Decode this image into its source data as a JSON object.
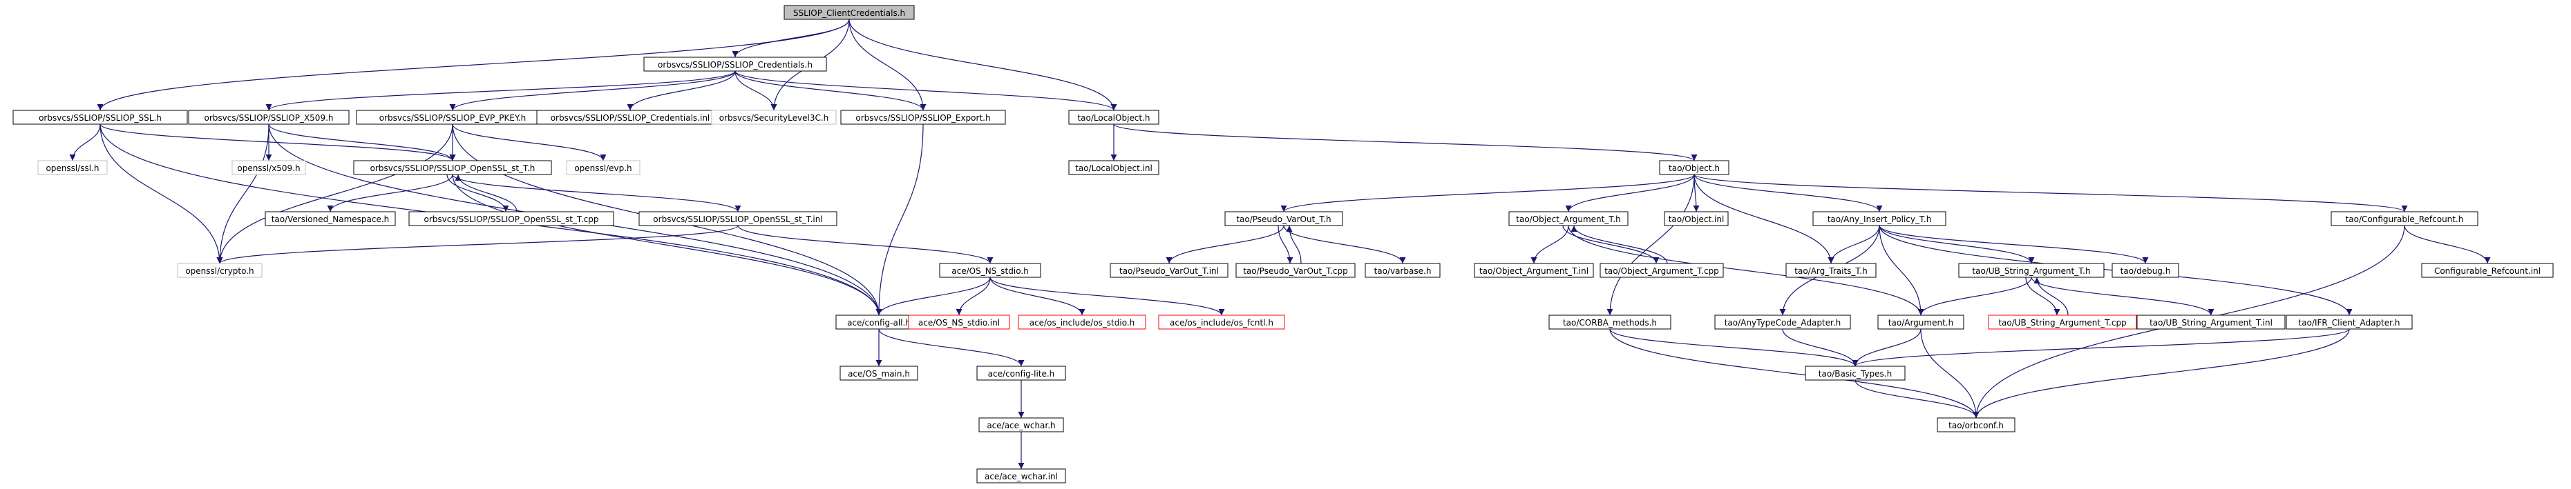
{
  "nodes": {
    "client_cred_h": "SSLIOP_ClientCredentials.h",
    "credentials_h": "orbsvcs/SSLIOP/SSLIOP_Credentials.h",
    "ssl_h": "orbsvcs/SSLIOP/SSLIOP_SSL.h",
    "x509_h": "orbsvcs/SSLIOP/SSLIOP_X509.h",
    "evp_pkey_h": "orbsvcs/SSLIOP/SSLIOP_EVP_PKEY.h",
    "credentials_inl": "orbsvcs/SSLIOP/SSLIOP_Credentials.inl",
    "security_level3": "orbsvcs/SecurityLevel3C.h",
    "export_h": "orbsvcs/SSLIOP/SSLIOP_Export.h",
    "local_object_h": "tao/LocalObject.h",
    "openssl_ssl": "openssl/ssl.h",
    "openssl_x509": "openssl/x509.h",
    "openssl_sst_h": "orbsvcs/SSLIOP/SSLIOP_OpenSSL_st_T.h",
    "openssl_evp": "openssl/evp.h",
    "local_object_inl": "tao/LocalObject.inl",
    "object_h": "tao/Object.h",
    "versioned_ns": "tao/Versioned_Namespace.h",
    "openssl_sst_cpp": "orbsvcs/SSLIOP/SSLIOP_OpenSSL_st_T.cpp",
    "openssl_sst_inl": "orbsvcs/SSLIOP/SSLIOP_OpenSSL_st_T.inl",
    "openssl_crypto": "openssl/crypto.h",
    "pseudo_varout_h": "tao/Pseudo_VarOut_T.h",
    "object_arg_h": "tao/Object_Argument_T.h",
    "object_inl": "tao/Object.inl",
    "any_insert_h": "tao/Any_Insert_Policy_T.h",
    "config_refcount_h": "tao/Configurable_Refcount.h",
    "os_ns_stdio_h": "ace/OS_NS_stdio.h",
    "pseudo_varout_inl": "tao/Pseudo_VarOut_T.inl",
    "pseudo_varout_cpp": "tao/Pseudo_VarOut_T.cpp",
    "varbase_h": "tao/varbase.h",
    "object_arg_inl": "tao/Object_Argument_T.inl",
    "object_arg_cpp": "tao/Object_Argument_T.cpp",
    "arg_traits_h": "tao/Arg_Traits_T.h",
    "ub_string_h": "tao/UB_String_Argument_T.h",
    "debug_h": "tao/debug.h",
    "config_refcount_inl": "Configurable_Refcount.inl",
    "config_all_h": "ace/config-all.h",
    "os_ns_stdio_inl": "ace/OS_NS_stdio.inl",
    "os_include_stdio": "ace/os_include/os_stdio.h",
    "os_include_fcntl": "ace/os_include/os_fcntl.h",
    "corba_methods_h": "tao/CORBA_methods.h",
    "anytypecode_h": "tao/AnyTypeCode_Adapter.h",
    "argument_h": "tao/Argument.h",
    "ub_string_cpp": "tao/UB_String_Argument_T.cpp",
    "ub_string_inl": "tao/UB_String_Argument_T.inl",
    "ifr_client_h": "tao/IFR_Client_Adapter.h",
    "os_main_h": "ace/OS_main.h",
    "config_lite_h": "ace/config-lite.h",
    "basic_types_h": "tao/Basic_Types.h",
    "ace_wchar_h": "ace/ace_wchar.h",
    "orbconf_h": "tao/orbconf.h",
    "ace_wchar_inl": "ace/ace_wchar.inl"
  },
  "colors": {
    "edge": "#191970",
    "node_border": "#000000",
    "external_border": "#bfbfbf",
    "missing_border": "#ff0000",
    "root_fill": "#bfbfbf"
  }
}
